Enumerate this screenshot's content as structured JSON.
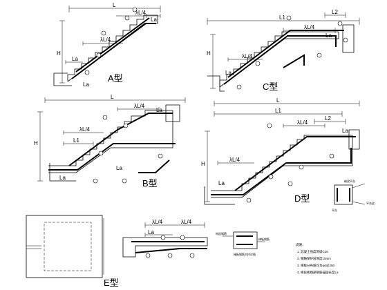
{
  "labels": {
    "l": "L",
    "l1": "L1",
    "l2": "L2",
    "ln4": "λL/4",
    "la": "La",
    "h": "H"
  },
  "types": {
    "a": "A型",
    "b": "B型",
    "c": "C型",
    "d": "D型",
    "e": "E型"
  },
  "detail": {
    "title": "梯梁平台",
    "note": "平台梁",
    "caption": "平台"
  },
  "joint": {
    "label_left": "构造钢筋",
    "label_right": "梯板钢筋",
    "caption": "梯板钢筋大样详图"
  },
  "notes": {
    "title": "说明:",
    "items": [
      "1. 混凝土强度等级C25",
      "2. 钢筋保护层厚度15mm",
      "3. 梯板分布筋均为φ6@250",
      "4. 梯段板端部钢筋锚固长度La"
    ]
  }
}
